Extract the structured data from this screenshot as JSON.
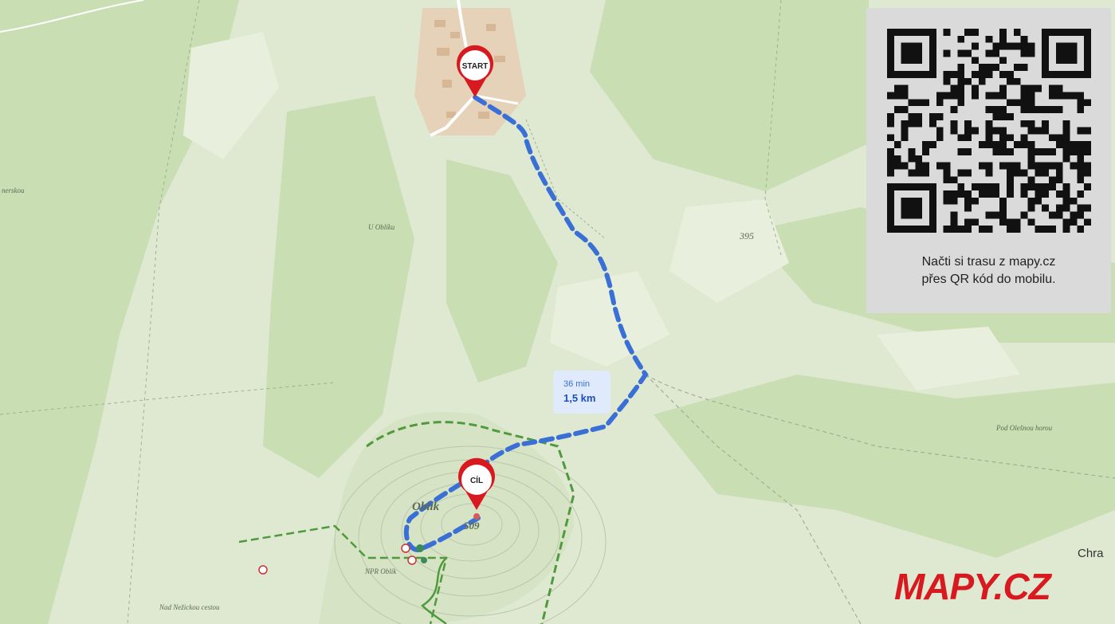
{
  "route": {
    "start_label": "START",
    "end_label": "CÍL",
    "duration": "36 min",
    "distance": "1,5 km",
    "color": "#3a6fd6"
  },
  "map_labels": {
    "peak_name": "Oblík",
    "peak_elevation": "509",
    "spot_elevation": "395",
    "area_u_obliku": "U Oblíku",
    "area_pod_olesnou": "Pod Olešnou horou",
    "area_nad_nezickou": "Nad Nežickou cestou",
    "area_npr": "NPR Oblík",
    "area_sverskou": "nerskou",
    "edge_town": "Chra"
  },
  "qr": {
    "caption_line1": "Načti si trasu z mapy.cz",
    "caption_line2": "přes QR kód do mobilu."
  },
  "logo": {
    "text": "MAPY.CZ",
    "brand_color": "#d8191f"
  },
  "colors": {
    "map_bg": "#dfe9d2",
    "forest": "#c7dcae",
    "road": "#ffffff",
    "reserve_border": "#4f9a3c"
  }
}
